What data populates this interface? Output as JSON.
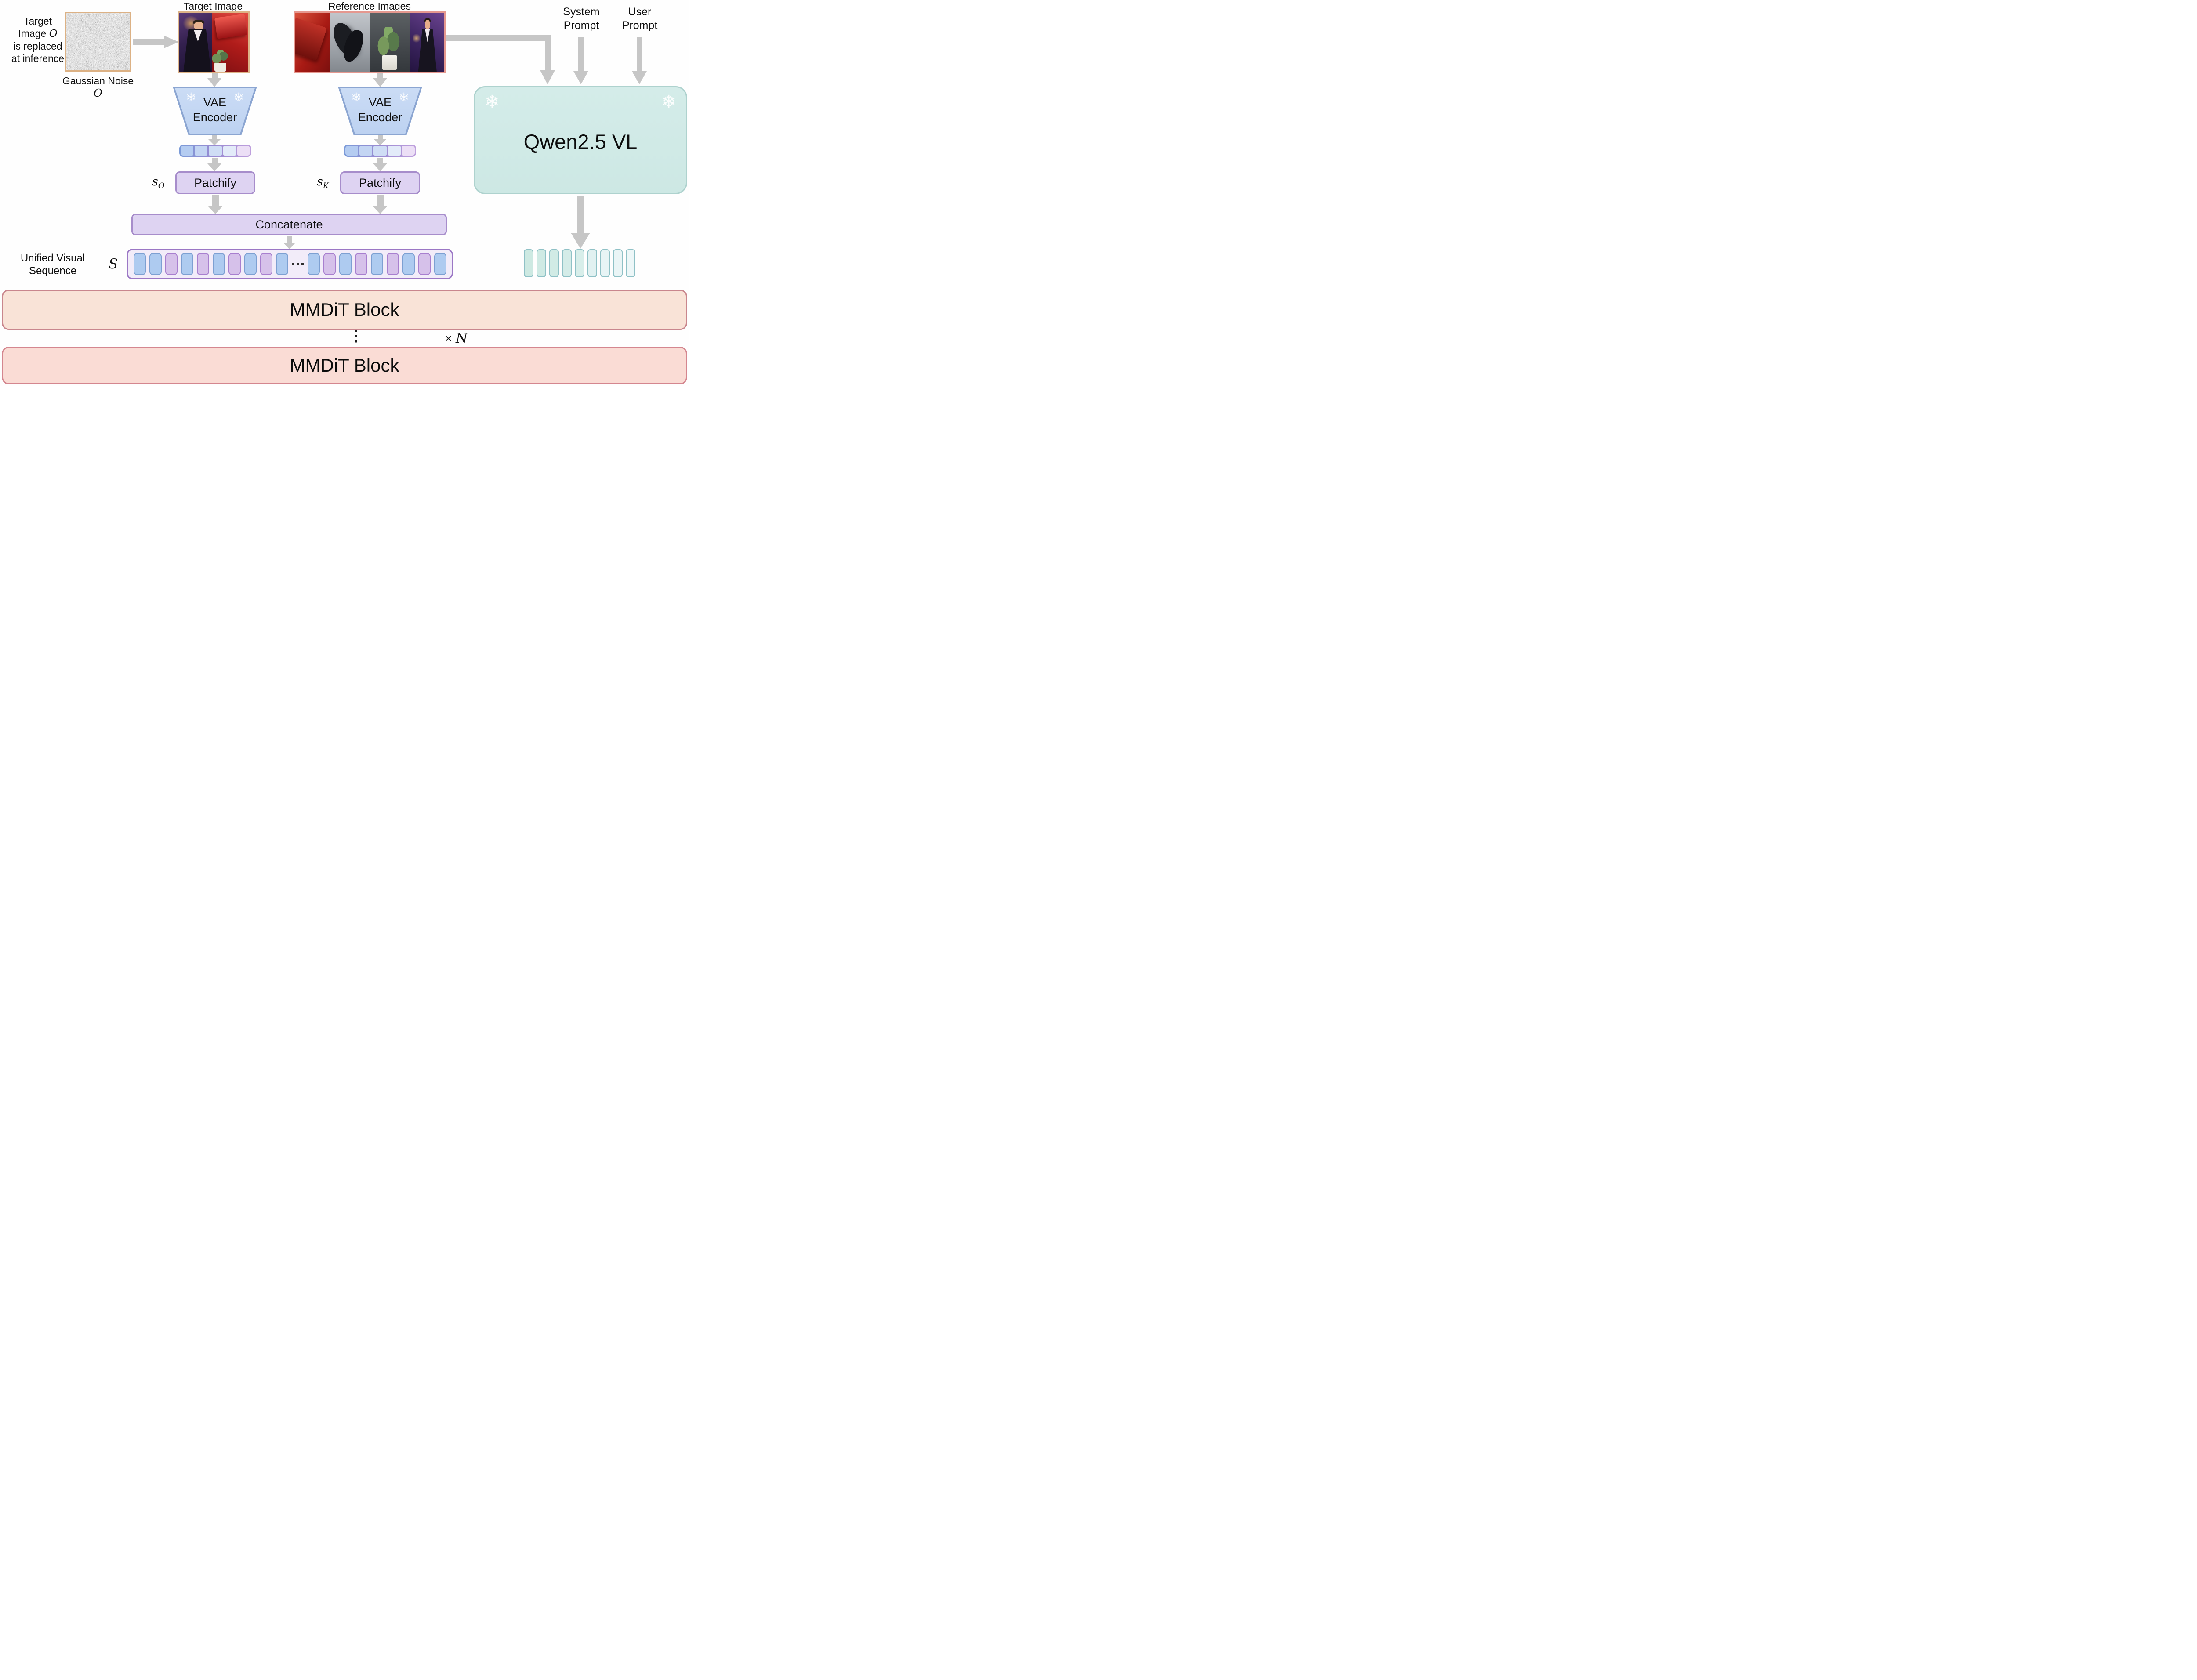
{
  "figure": {
    "inference_note": {
      "l1": "Target",
      "l2": "Image",
      "sym": "O",
      "l3": "is replaced",
      "l4": "at inference"
    },
    "gaussian_noise": {
      "label": "Gaussian Noise",
      "symbol": "O"
    },
    "target_image_label": "Target Image",
    "reference_images_label": "Reference Images",
    "vae_left": {
      "l1": "VAE",
      "l2": "Encoder"
    },
    "vae_right": {
      "l1": "VAE",
      "l2": "Encoder"
    },
    "patchify_left": {
      "label": "Patchify",
      "sym": "s",
      "sub": "O"
    },
    "patchify_right": {
      "label": "Patchify",
      "sym": "s",
      "sub": "K"
    },
    "concatenate_label": "Concatenate",
    "unified_sequence": {
      "l1": "Unified Visual",
      "l2": "Sequence",
      "sym": "S"
    },
    "system_prompt": {
      "l1": "System",
      "l2": "Prompt"
    },
    "user_prompt": {
      "l1": "User",
      "l2": "Prompt"
    },
    "qwen_label": "Qwen2.5 VL",
    "mmdit_top_label": "MMDiT Block",
    "mmdit_bottom_label": "MMDiT Block",
    "stack_note": {
      "vdots": "⋮",
      "times": "×",
      "n": "N"
    },
    "snowflake_icon": "❄",
    "colors": {
      "arrow": "#c6c6c6",
      "vae_fill": "#c6d9f4",
      "vae_border": "#8ba5d1",
      "patchify_fill": "#ded3f2",
      "patchify_border": "#a78dcb",
      "sequence_fill": "#f2ecf9",
      "sequence_border": "#9b77c5",
      "token_blue": "#aecbf0",
      "token_blue_border": "#7da0d2",
      "token_purple": "#d6c1ea",
      "token_purple_border": "#a87fcf",
      "qwen_fill": "#d2ebe7",
      "qwen_border": "#aed2ce",
      "qwen_token_border": "#8fc1c6",
      "mmdit_top_fill": "#f9e3d7",
      "mmdit_top_border": "#c9868d",
      "mmdit_bottom_fill": "#fadcd5",
      "mmdit_bottom_border": "#d4868f",
      "noise_frame_border": "#dcb184",
      "target_frame_border": "#ddb387",
      "reference_frame_border": "#e5988f"
    },
    "latent_strip_left": [
      "#b4ccf1",
      "#c3d5f3",
      "#cfddf5",
      "#e3ebf9",
      "#ecdff6"
    ],
    "latent_strip_right": [
      "#b4ccf1",
      "#c3d5f3",
      "#cfddf5",
      "#e3ebf9",
      "#ecdff6"
    ],
    "unified_tokens": [
      "blue",
      "blue",
      "purple",
      "blue",
      "purple",
      "blue",
      "purple",
      "blue",
      "purple",
      "blue",
      "dots",
      "blue",
      "purple",
      "blue",
      "purple",
      "blue",
      "purple",
      "blue",
      "purple",
      "blue"
    ],
    "qwen_tokens": [
      "#cde9e2",
      "#cfeae4",
      "#d1ebe5",
      "#d4ece8",
      "#d8eeea",
      "#e1f1f1",
      "#e7f4f5",
      "#eaf5f6",
      "#edf7f8"
    ]
  }
}
